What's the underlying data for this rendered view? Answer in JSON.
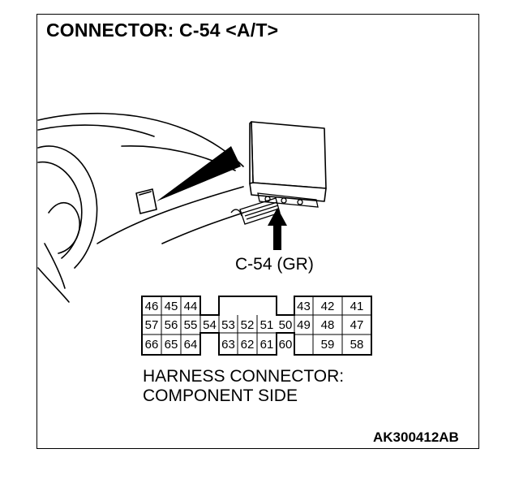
{
  "title": "CONNECTOR: C-54 <A/T>",
  "callout_label": "C-54 (GR)",
  "caption_line1": "HARNESS CONNECTOR:",
  "caption_line2": "COMPONENT SIDE",
  "figure_code": "AK300412AB",
  "pins": {
    "p46": "46",
    "p45": "45",
    "p44": "44",
    "p43": "43",
    "p42": "42",
    "p41": "41",
    "p57": "57",
    "p56": "56",
    "p55": "55",
    "p54": "54",
    "p53": "53",
    "p52": "52",
    "p51": "51",
    "p50": "50",
    "p49": "49",
    "p48": "48",
    "p47": "47",
    "p66": "66",
    "p65": "65",
    "p64": "64",
    "p63": "63",
    "p62": "62",
    "p61": "61",
    "p60": "60",
    "p59": "59",
    "p58": "58"
  }
}
